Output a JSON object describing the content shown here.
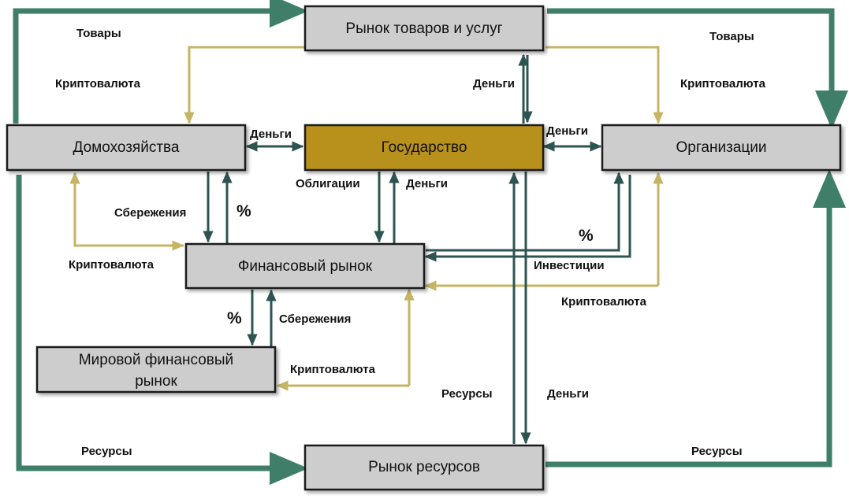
{
  "colors": {
    "box_fill": "#cdcdcd",
    "box_border": "#1a1a1a",
    "state_fill": "#b8911c",
    "big_arrow": "#3f7f6a",
    "dark_arrow": "#2e5452",
    "gold_arrow": "#c5b464"
  },
  "boxes": {
    "goods_market": "Рынок товаров и услуг",
    "households": "Домохозяйства",
    "state": "Государство",
    "organizations": "Организации",
    "financial_market": "Финансовый рынок",
    "world_market_line1": "Мировой финансовый",
    "world_market_line2": "рынок",
    "resource_market": "Рынок ресурсов"
  },
  "labels": {
    "goods_left": "Товары",
    "goods_right": "Товары",
    "crypto_top_left": "Криптовалюта",
    "crypto_top_right": "Криптовалюта",
    "money_top": "Деньги",
    "money_hh_state": "Деньги",
    "money_state_org": "Деньги",
    "bonds": "Облигации",
    "money_state_fin": "Деньги",
    "savings_hh": "Сбережения",
    "percent_hh": "%",
    "crypto_hh_fin": "Криптовалюта",
    "percent_org": "%",
    "investments": "Инвестиции",
    "crypto_org_fin": "Криптовалюта",
    "percent_world": "%",
    "savings_world": "Сбережения",
    "crypto_world": "Криптовалюта",
    "resources_mid": "Ресурсы",
    "money_mid": "Деньги",
    "resources_left": "Ресурсы",
    "resources_right": "Ресурсы"
  }
}
